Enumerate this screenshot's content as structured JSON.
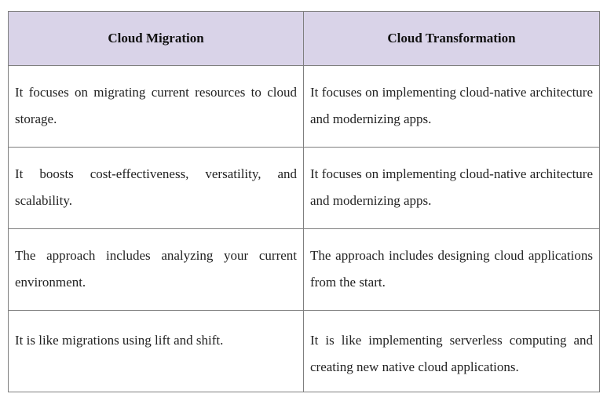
{
  "table": {
    "headers": [
      "Cloud Migration",
      "Cloud Transformation"
    ],
    "rows": [
      [
        "It focuses on migrating current resources to cloud storage.",
        "It focuses on implementing cloud-native architecture and modernizing apps."
      ],
      [
        "It boosts cost-effectiveness, versatility, and scalability.",
        "It focuses on implementing cloud-native architecture and modernizing apps."
      ],
      [
        "The approach includes analyzing your current environment.",
        "The approach includes designing cloud applications from the start."
      ],
      [
        "It is like migrations using lift and shift.",
        "It is like implementing serverless computing and creating new native cloud applications."
      ]
    ],
    "header_bg": "#d9d3e8",
    "border_color": "#7f7f7f"
  }
}
